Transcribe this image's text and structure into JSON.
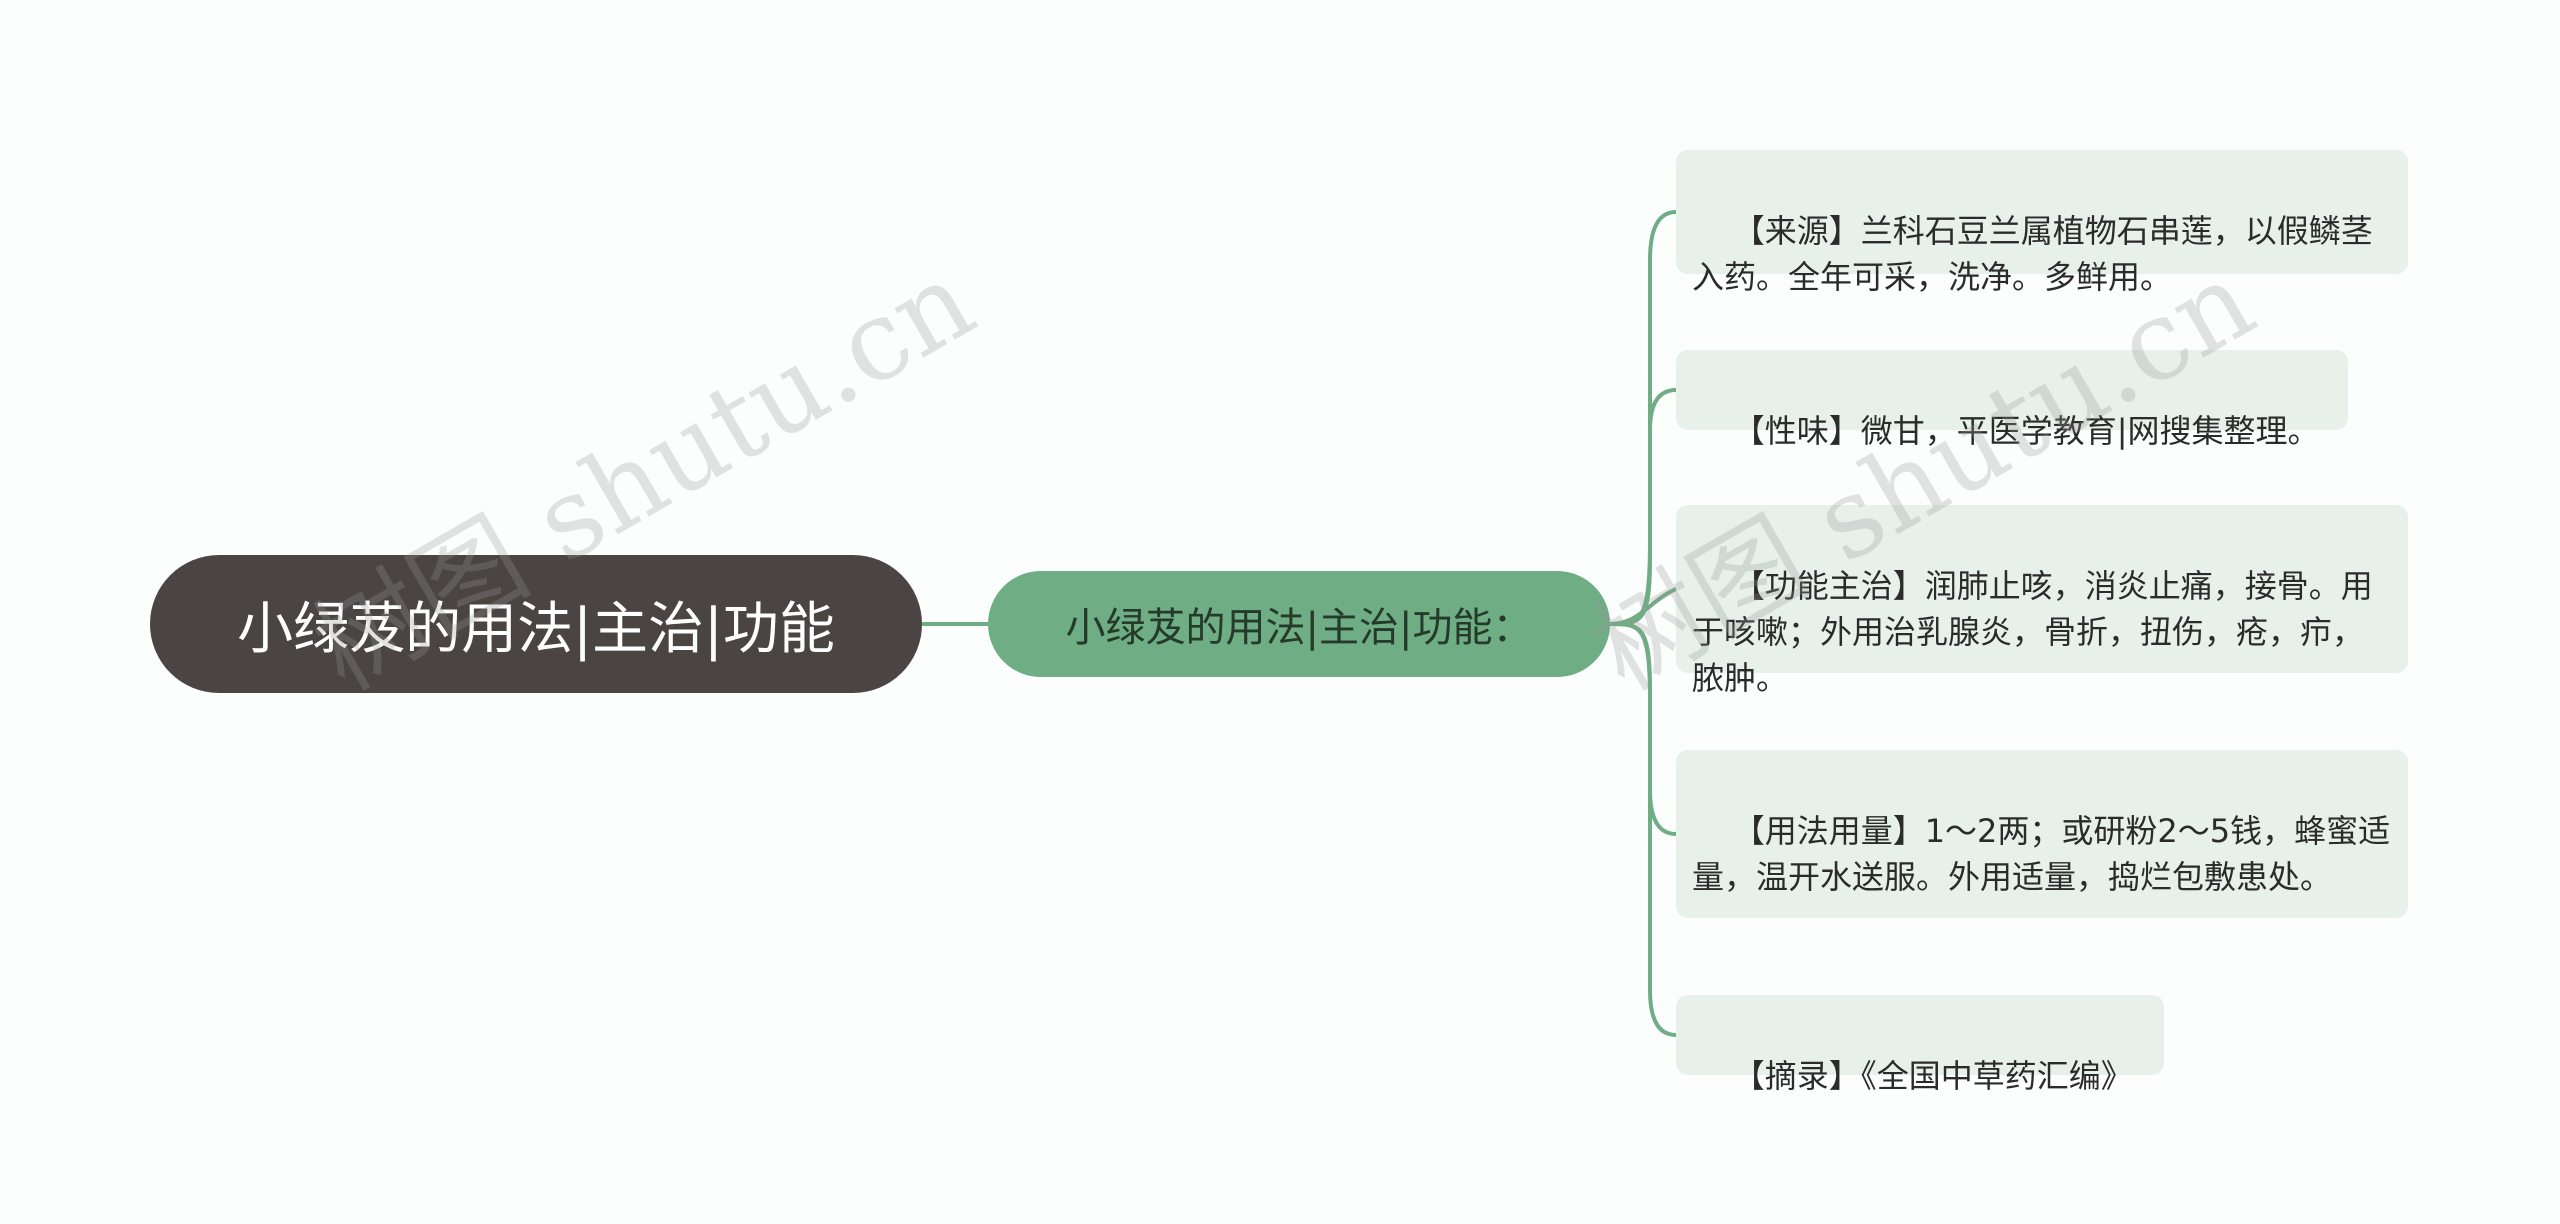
{
  "colors": {
    "background": "#fcfefe",
    "root_fill": "#4a4443",
    "mid_fill": "#6fad85",
    "leaf_fill": "#e7f1ea",
    "connector": "#6fad85"
  },
  "root": {
    "label": "小绿芨的用法|主治|功能"
  },
  "mid": {
    "label": "小绿芨的用法|主治|功能："
  },
  "leaves": [
    {
      "text": "【来源】兰科石豆兰属植物石串莲，以假鳞茎入药。全年可采，洗净。多鲜用。"
    },
    {
      "text": "【性味】微甘，平医学教育|网搜集整理。"
    },
    {
      "text": "【功能主治】润肺止咳，消炎止痛，接骨。用于咳嗽；外用治乳腺炎，骨折，扭伤，疮，疖，脓肿。"
    },
    {
      "text": "【用法用量】1～2两；或研粉2～5钱，蜂蜜适量，温开水送服。外用适量，捣烂包敷患处。"
    },
    {
      "text": "【摘录】《全国中草药汇编》"
    }
  ],
  "watermarks": [
    "树图 shutu.cn",
    "树图 shutu.cn"
  ]
}
